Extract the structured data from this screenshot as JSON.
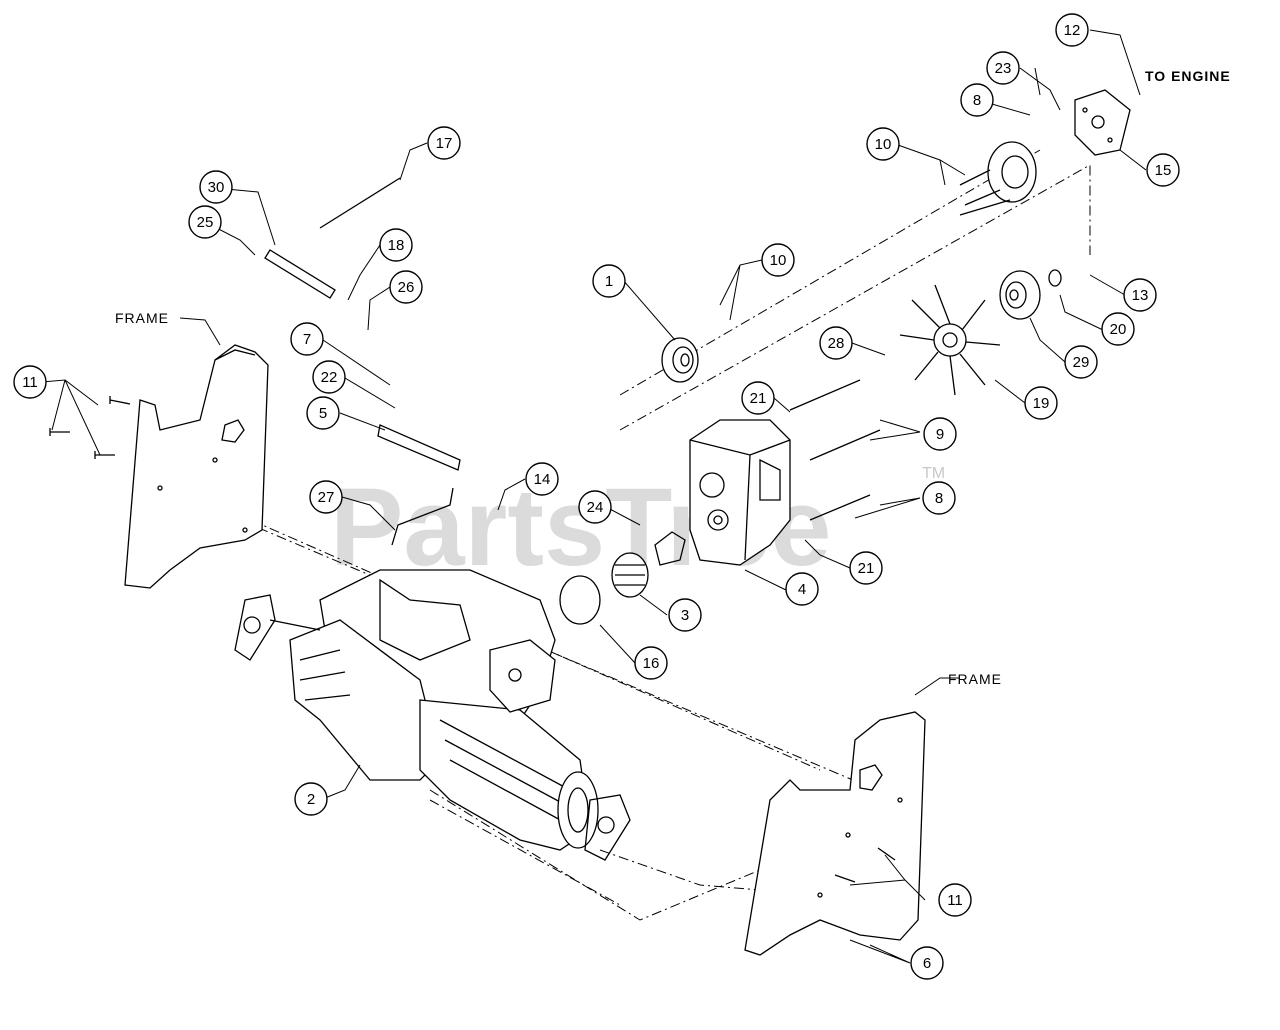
{
  "labels": {
    "to_engine": "TO ENGINE",
    "frame_left": "FRAME",
    "frame_right": "FRAME"
  },
  "watermark": {
    "text": "PartsTree",
    "tm": "TM"
  },
  "callouts": [
    {
      "id": "c1",
      "text": "1"
    },
    {
      "id": "c2",
      "text": "2"
    },
    {
      "id": "c3",
      "text": "3"
    },
    {
      "id": "c4",
      "text": "4"
    },
    {
      "id": "c5",
      "text": "5"
    },
    {
      "id": "c6",
      "text": "6"
    },
    {
      "id": "c7",
      "text": "7"
    },
    {
      "id": "c8a",
      "text": "8"
    },
    {
      "id": "c8b",
      "text": "8"
    },
    {
      "id": "c9",
      "text": "9"
    },
    {
      "id": "c10a",
      "text": "10"
    },
    {
      "id": "c10b",
      "text": "10"
    },
    {
      "id": "c11a",
      "text": "11"
    },
    {
      "id": "c11b",
      "text": "11"
    },
    {
      "id": "c12",
      "text": "12"
    },
    {
      "id": "c13",
      "text": "13"
    },
    {
      "id": "c14",
      "text": "14"
    },
    {
      "id": "c15",
      "text": "15"
    },
    {
      "id": "c16",
      "text": "16"
    },
    {
      "id": "c17",
      "text": "17"
    },
    {
      "id": "c18",
      "text": "18"
    },
    {
      "id": "c19",
      "text": "19"
    },
    {
      "id": "c20",
      "text": "20"
    },
    {
      "id": "c21a",
      "text": "21"
    },
    {
      "id": "c21b",
      "text": "21"
    },
    {
      "id": "c22",
      "text": "22"
    },
    {
      "id": "c23",
      "text": "23"
    },
    {
      "id": "c24",
      "text": "24"
    },
    {
      "id": "c25",
      "text": "25"
    },
    {
      "id": "c26",
      "text": "26"
    },
    {
      "id": "c27",
      "text": "27"
    },
    {
      "id": "c28",
      "text": "28"
    },
    {
      "id": "c29",
      "text": "29"
    },
    {
      "id": "c30",
      "text": "30"
    }
  ]
}
